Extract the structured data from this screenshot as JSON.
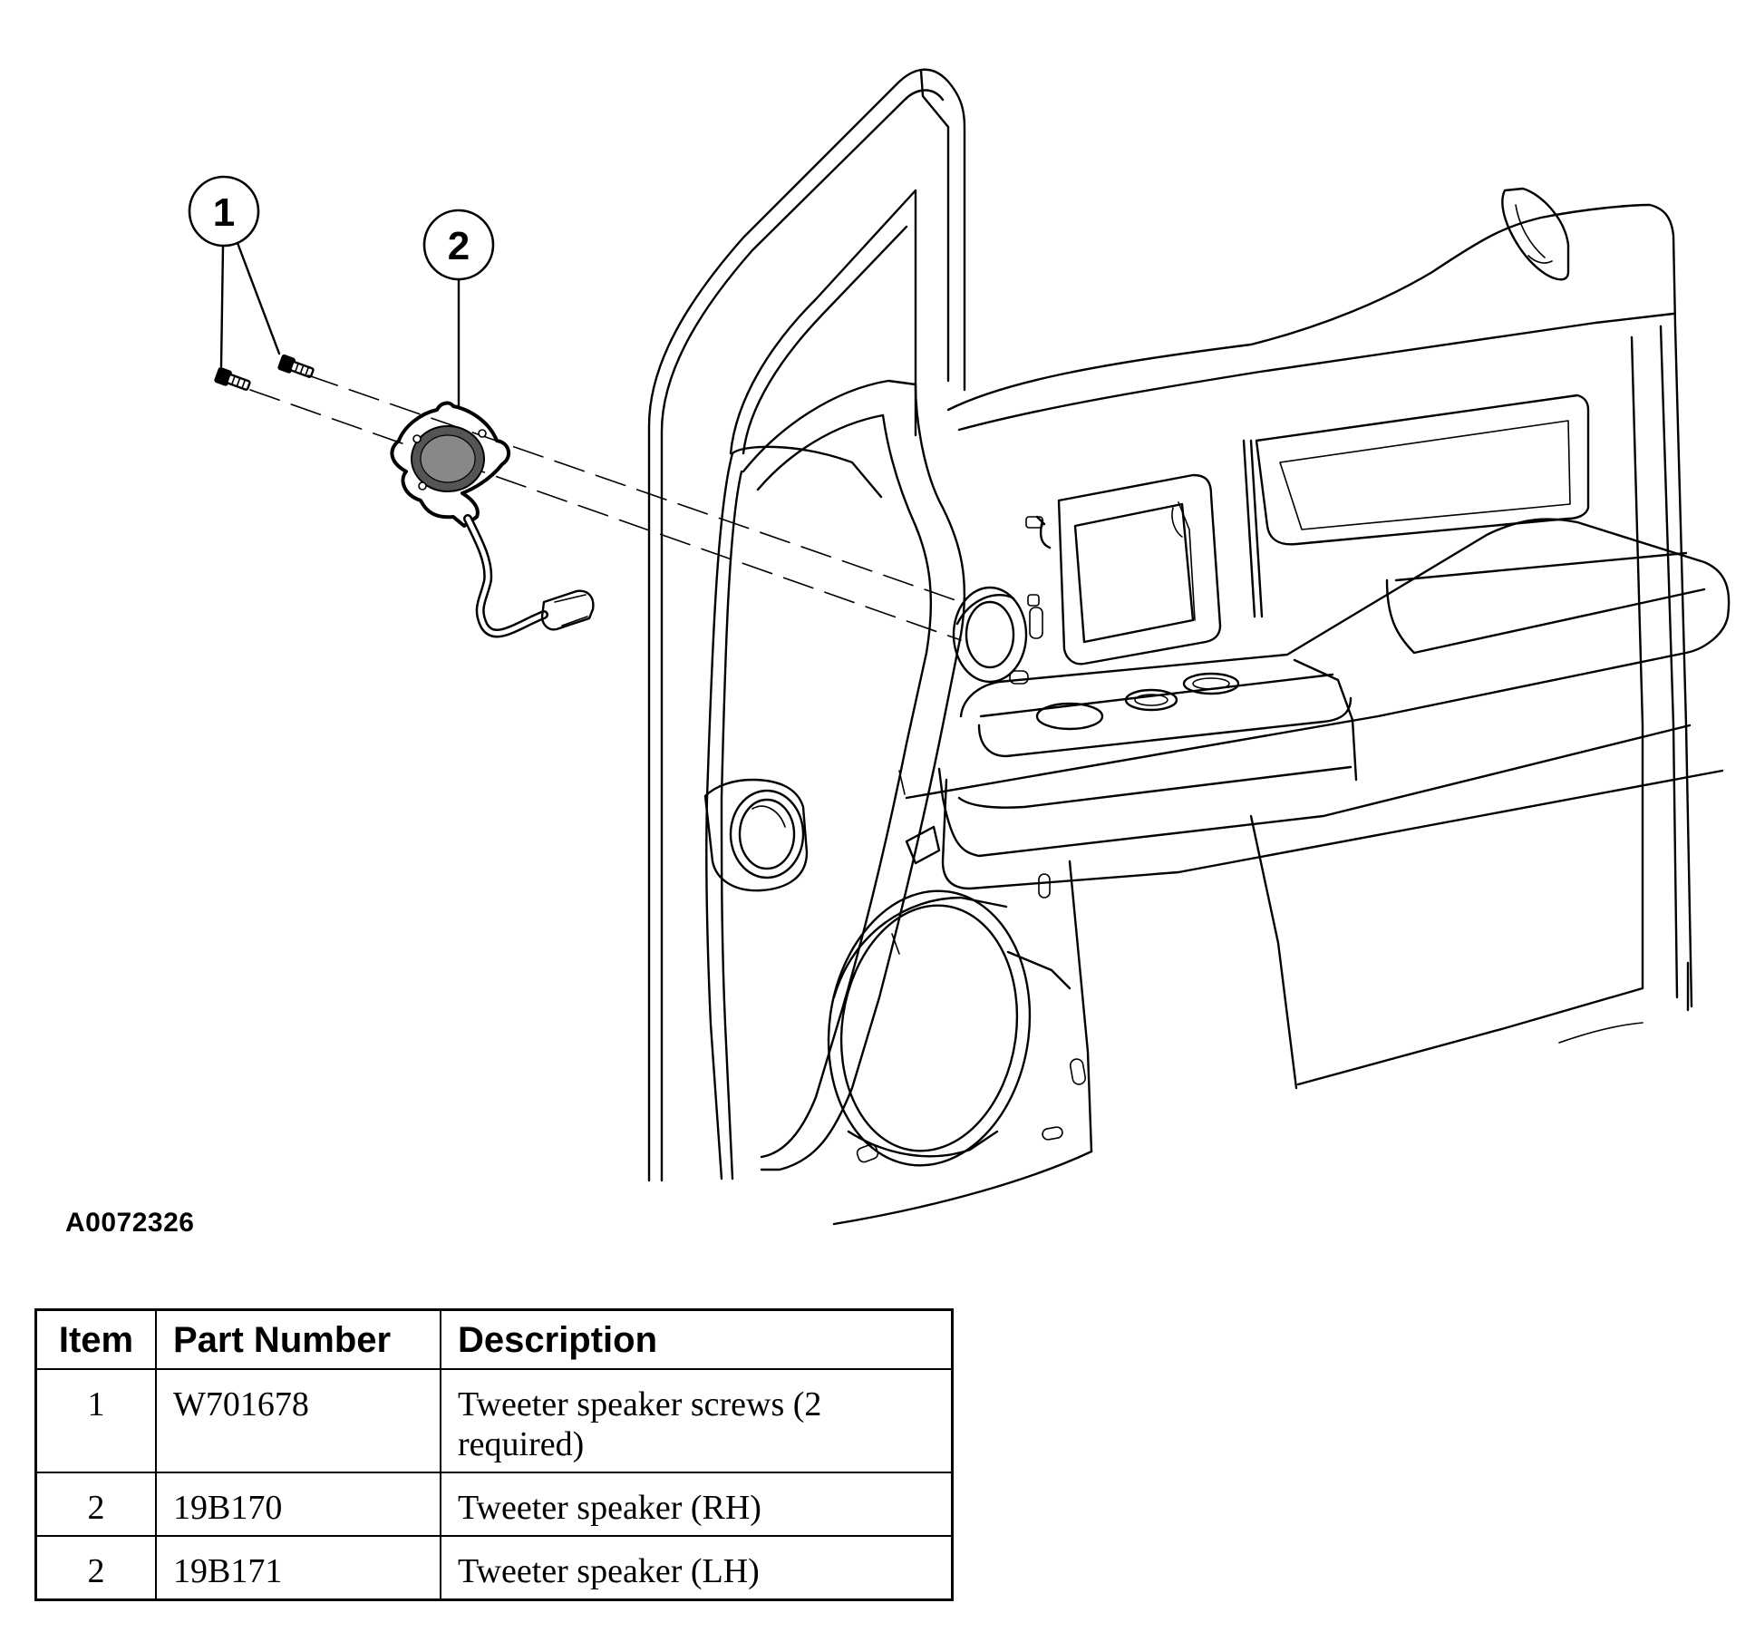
{
  "callouts": [
    {
      "label": "1"
    },
    {
      "label": "2"
    }
  ],
  "figure_id": "A0072326",
  "parts_table": {
    "headers": {
      "item": "Item",
      "part_number": "Part Number",
      "description": "Description"
    },
    "rows": [
      {
        "item": "1",
        "part_number": "W701678",
        "description": "Tweeter speaker screws (2 required)"
      },
      {
        "item": "2",
        "part_number": "19B170",
        "description": "Tweeter speaker (RH)"
      },
      {
        "item": "2",
        "part_number": "19B171",
        "description": "Tweeter speaker (LH)"
      }
    ]
  }
}
